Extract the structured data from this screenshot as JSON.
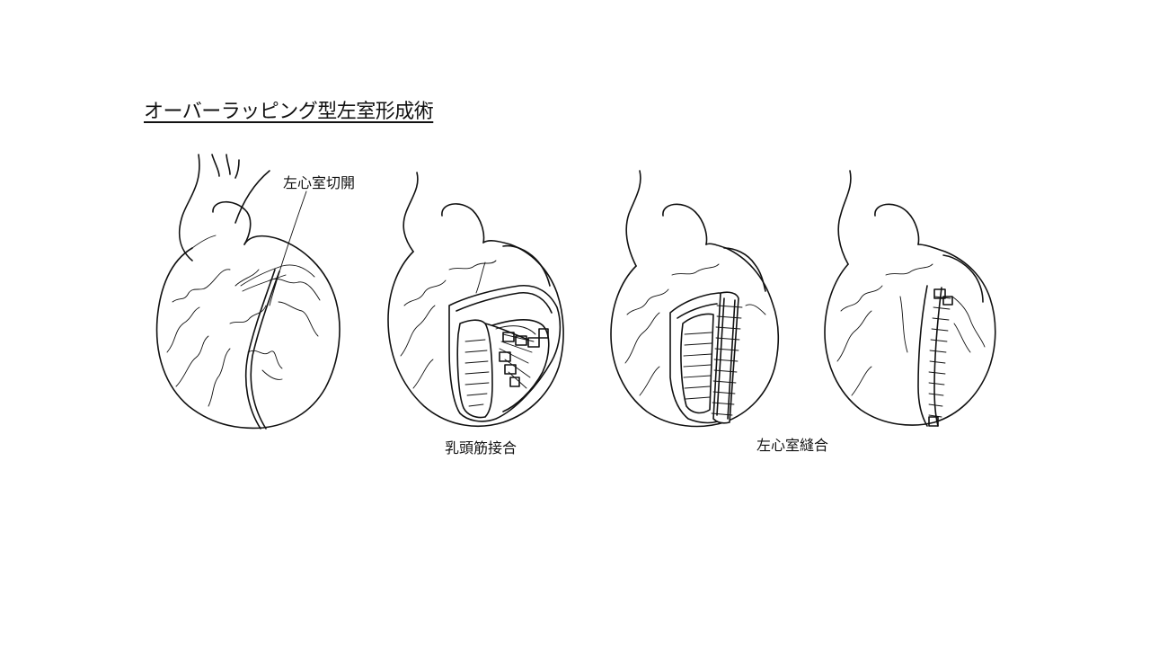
{
  "title": "オーバーラッピング型左室形成術",
  "labels": {
    "incision": "左心室切開",
    "papillary": "乳頭筋接合",
    "suture": "左心室縫合"
  },
  "figures": [
    {
      "name": "heart-incision"
    },
    {
      "name": "heart-papillary-approximation"
    },
    {
      "name": "heart-ventricular-closure"
    },
    {
      "name": "heart-overlapped-final"
    }
  ]
}
